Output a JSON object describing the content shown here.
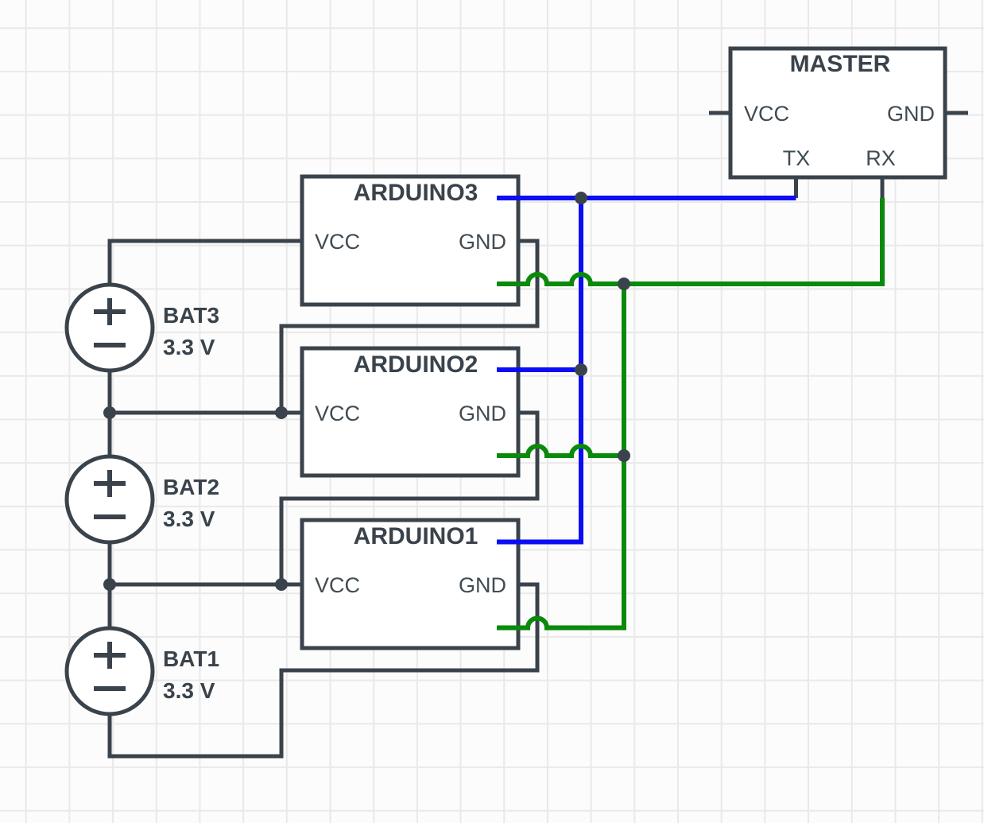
{
  "colors": {
    "background": "#fcfcfc",
    "grid_line": "#e9e9e9",
    "component_stroke": "#3a434b",
    "component_fill": "#ffffff",
    "wire_dark": "#3a434b",
    "wire_tx_blue": "#0d0df5",
    "wire_rx_green": "#0a8a0a",
    "label_text": "#3a434b",
    "pin_text": "#414b52"
  },
  "master": {
    "title": "MASTER",
    "pin_vcc": "VCC",
    "pin_gnd": "GND",
    "pin_tx": "TX",
    "pin_rx": "RX"
  },
  "arduinos": [
    {
      "title": "ARDUINO3",
      "pin_vcc": "VCC",
      "pin_gnd": "GND"
    },
    {
      "title": "ARDUINO2",
      "pin_vcc": "VCC",
      "pin_gnd": "GND"
    },
    {
      "title": "ARDUINO1",
      "pin_vcc": "VCC",
      "pin_gnd": "GND"
    }
  ],
  "batteries": [
    {
      "name": "BAT3",
      "voltage": "3.3 V"
    },
    {
      "name": "BAT2",
      "voltage": "3.3 V"
    },
    {
      "name": "BAT1",
      "voltage": "3.3 V"
    }
  ]
}
